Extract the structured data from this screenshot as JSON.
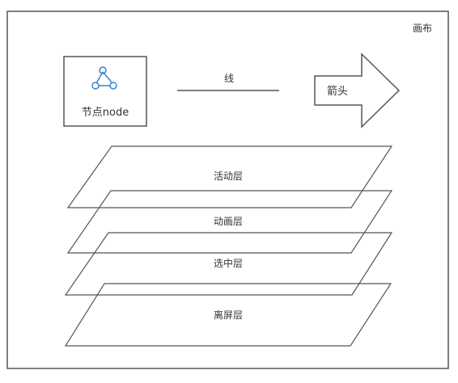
{
  "canvas": {
    "label": "画布"
  },
  "node": {
    "label": "节点node",
    "icon": "share-network-icon"
  },
  "line": {
    "label": "线"
  },
  "arrow": {
    "label": "箭头"
  },
  "layers": [
    {
      "label": "活动层"
    },
    {
      "label": "动画层"
    },
    {
      "label": "选中层"
    },
    {
      "label": "离屏层"
    }
  ],
  "colors": {
    "stroke": "#555555",
    "icon": "#3d86c6",
    "text": "#333333"
  }
}
